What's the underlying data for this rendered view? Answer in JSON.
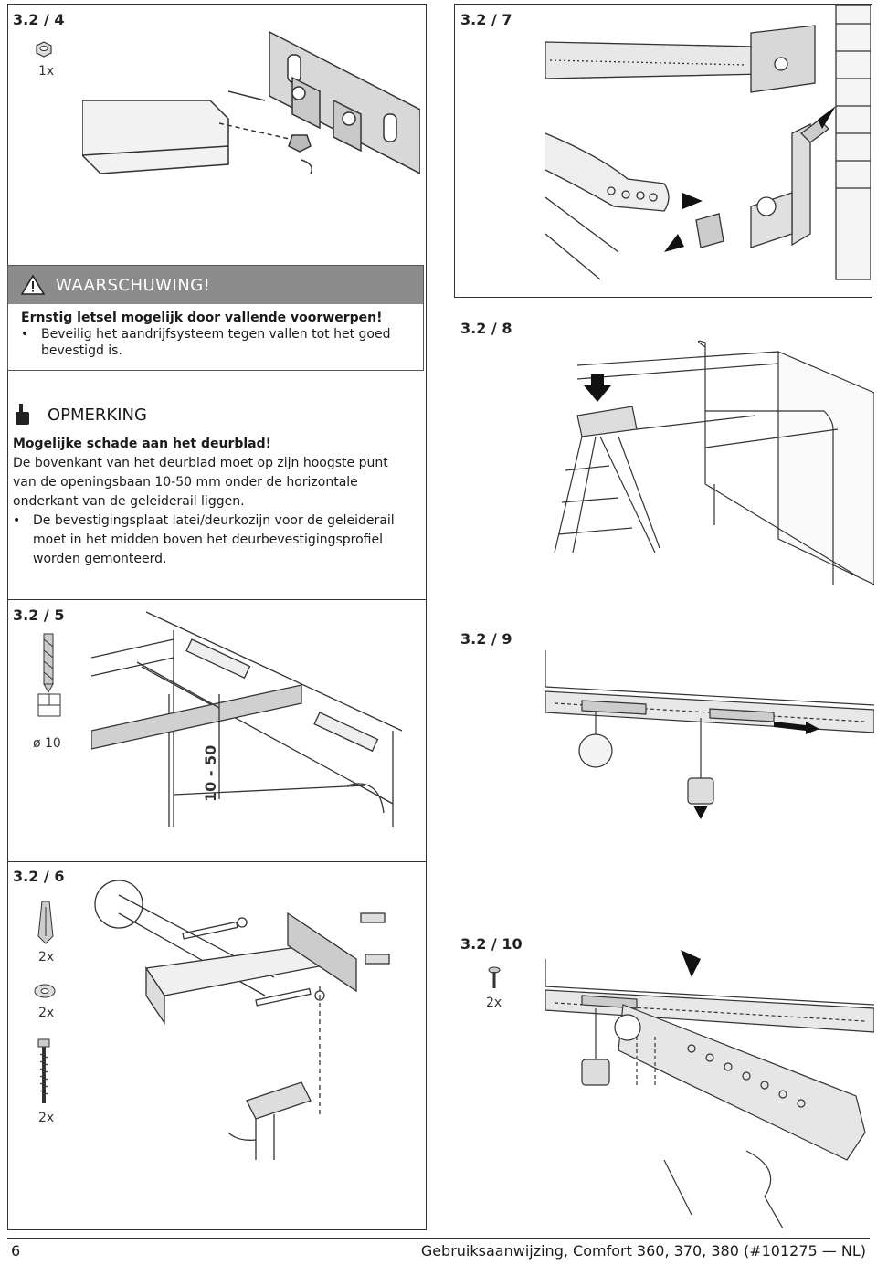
{
  "steps": {
    "s4": "3.2 / 4",
    "s5": "3.2 / 5",
    "s6": "3.2 / 6",
    "s7": "3.2 / 7",
    "s8": "3.2 / 8",
    "s9": "3.2 / 9",
    "s10": "3.2 / 10"
  },
  "s4": {
    "qty": "1x"
  },
  "s5": {
    "drill": "ø 10",
    "dimension": "10 - 50"
  },
  "s6": {
    "qty1": "2x",
    "qty2": "2x",
    "qty3": "2x"
  },
  "s10": {
    "qty": "2x"
  },
  "warning": {
    "title": "WAARSCHUWING!",
    "subtitle": "Ernstig letsel mogelijk door vallende voorwerpen!",
    "bullet": "Beveilig het aandrijfsysteem tegen vallen tot het goed bevestigd is."
  },
  "note": {
    "title": "OPMERKING",
    "subtitle": "Mogelijke schade aan het deurblad!",
    "para": "De bovenkant van het deurblad moet op zijn hoogste punt van de openingsbaan 10-50 mm onder de horizontale onderkant van de geleiderail liggen.",
    "bullet": "De bevestigingsplaat latei/deurkozijn voor de geleiderail moet in het midden boven het deurbevestigingsprofiel worden gemonteerd."
  },
  "footer": {
    "page": "6",
    "doc": "Gebruiksaanwijzing, Comfort 360, 370, 380 (#101275 — NL)"
  }
}
